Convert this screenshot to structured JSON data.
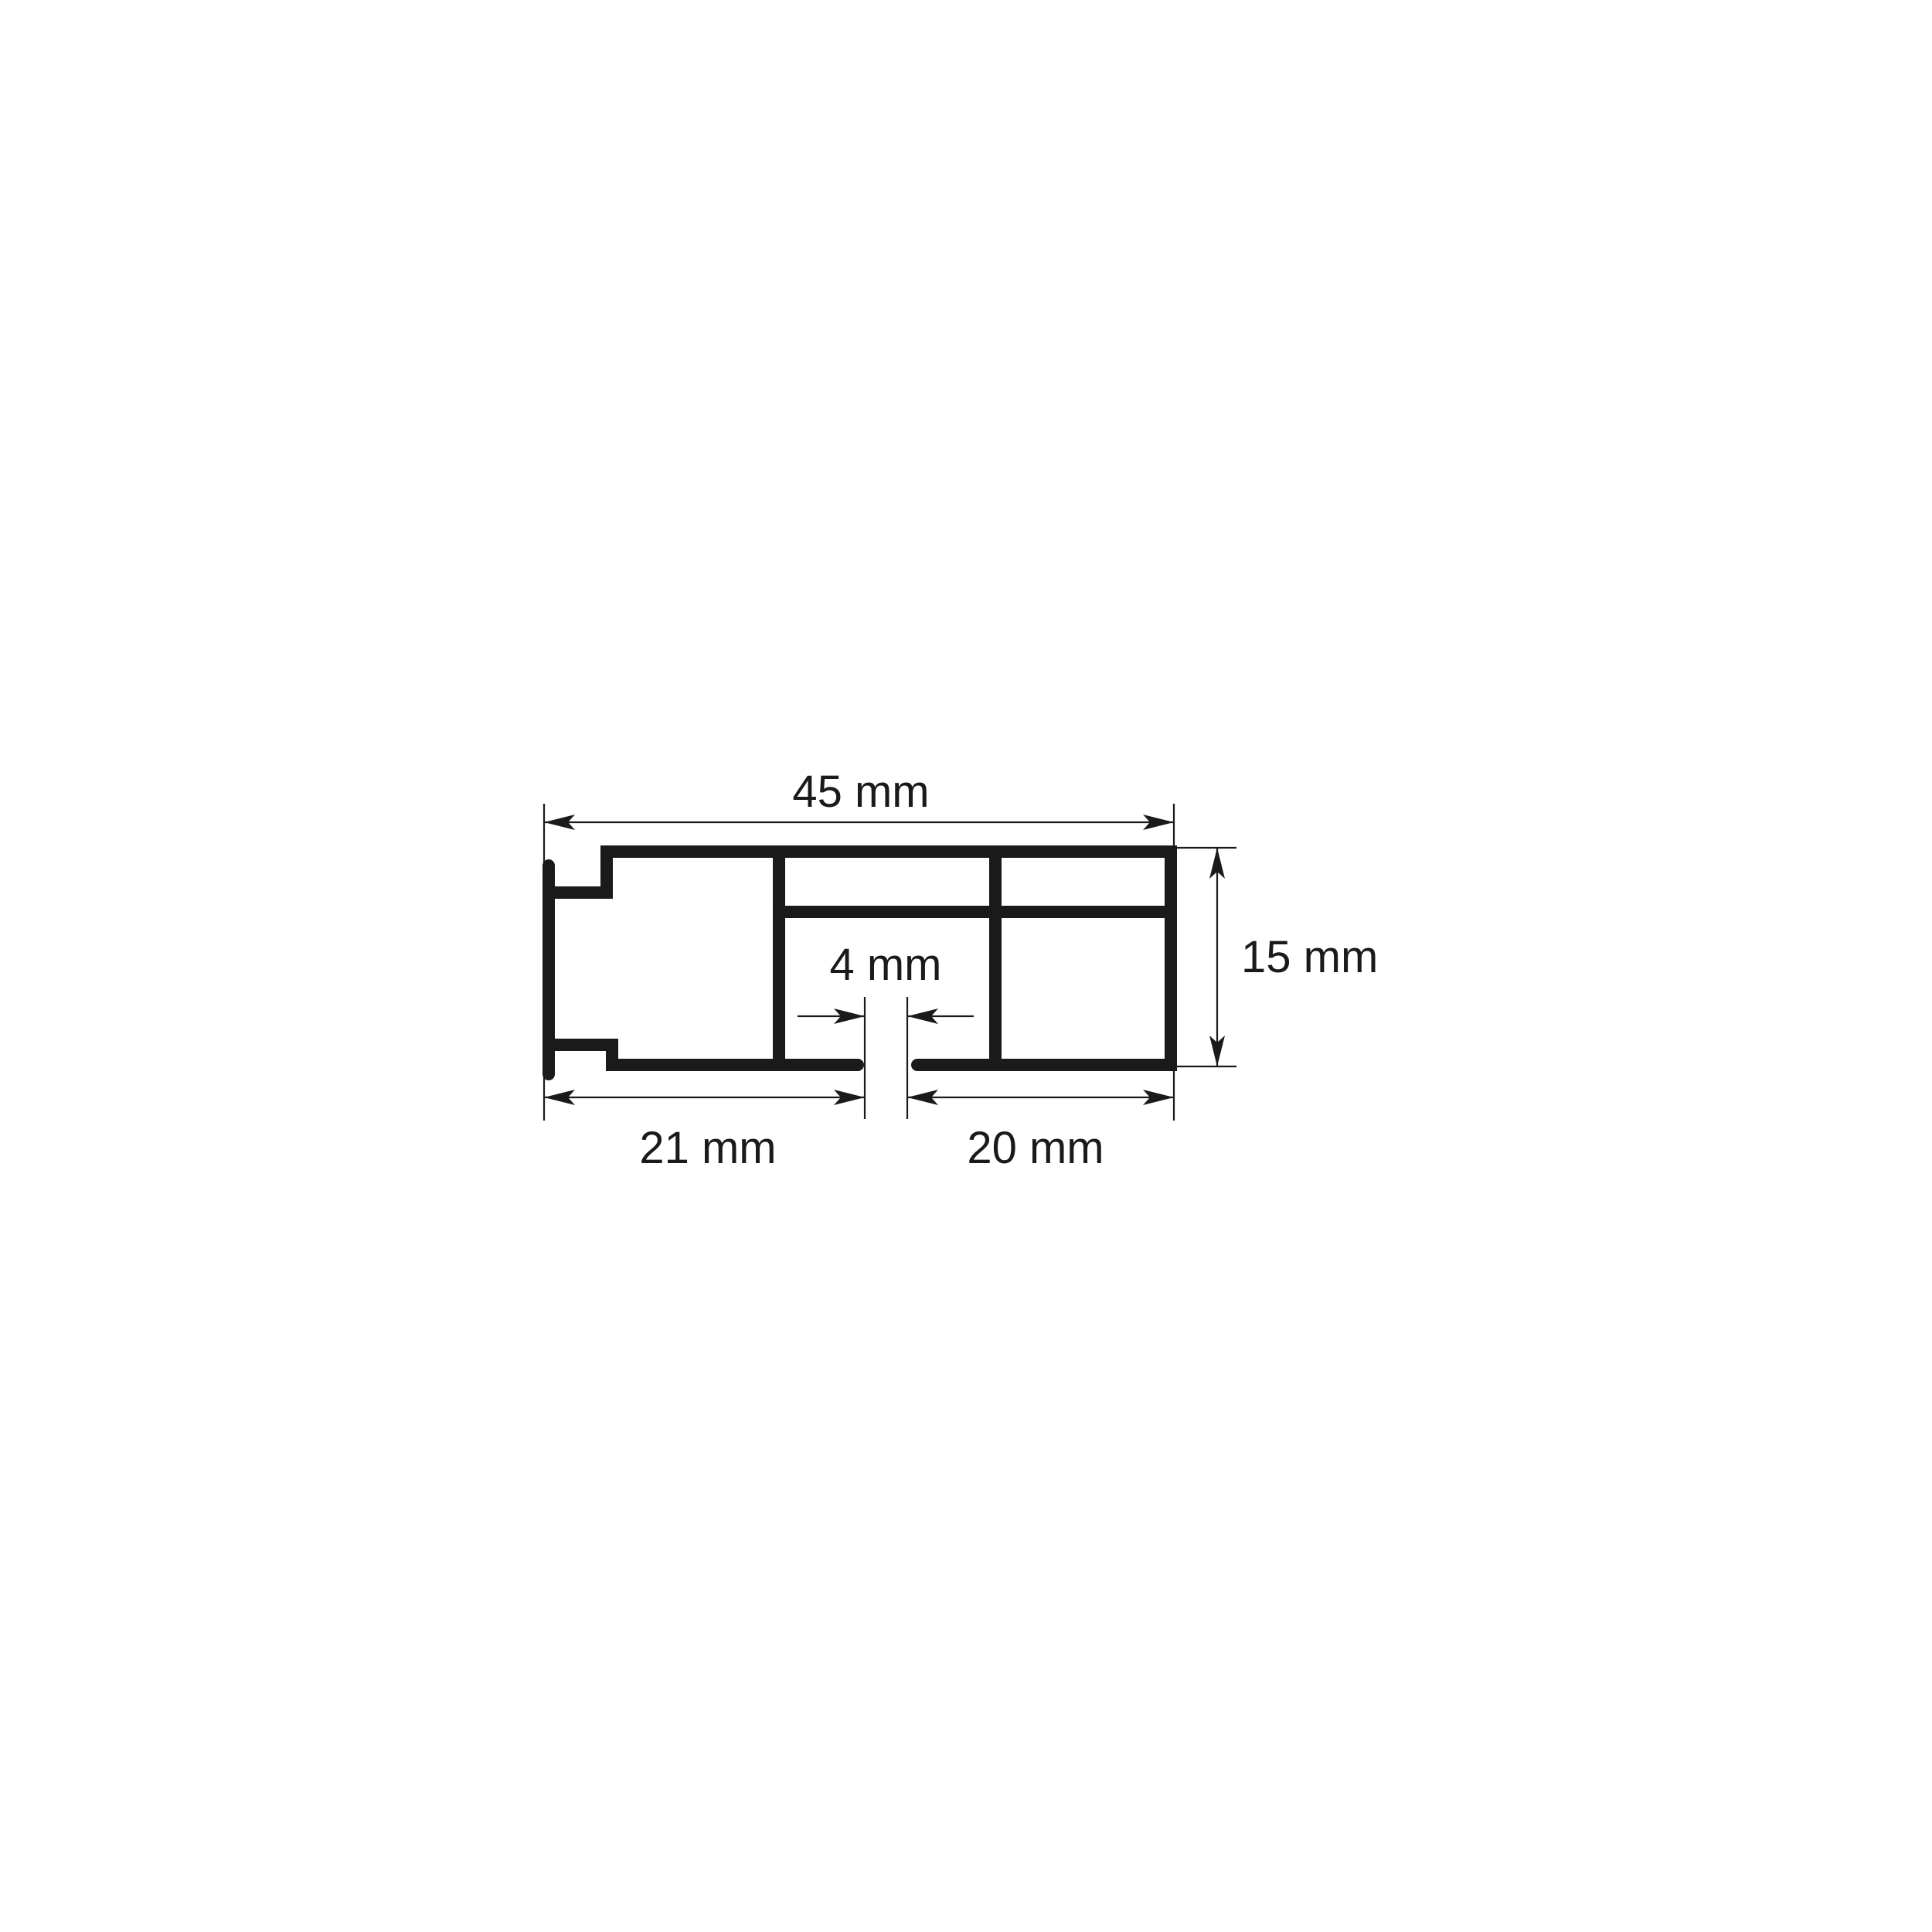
{
  "dimensions": {
    "total_width": "45 mm",
    "height": "15 mm",
    "gap": "4 mm",
    "left_width": "21 mm",
    "right_width": "20 mm"
  },
  "colors": {
    "line": "#1a1a1a",
    "background": "#ffffff"
  }
}
